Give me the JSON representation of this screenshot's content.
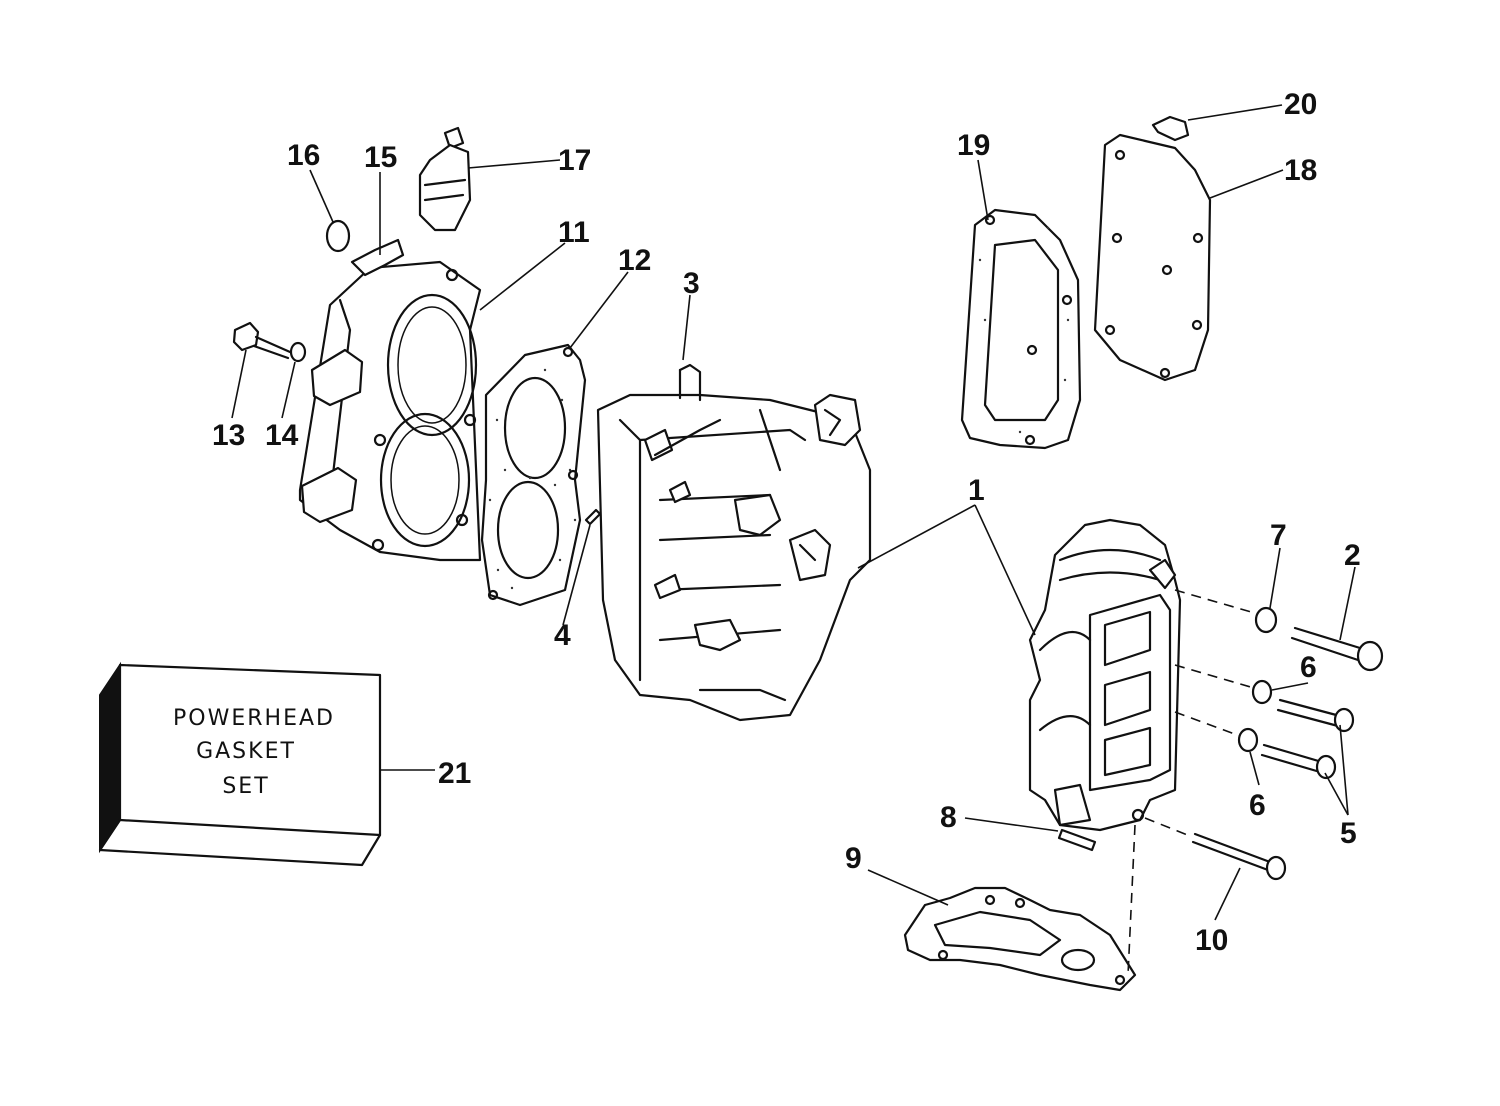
{
  "diagram": {
    "gasket_box_lines": [
      "POWERHEAD",
      "GASKET",
      "SET"
    ],
    "callouts": {
      "c1": "1",
      "c2": "2",
      "c3": "3",
      "c4": "4",
      "c5": "5",
      "c6a": "6",
      "c6b": "6",
      "c7": "7",
      "c8": "8",
      "c9": "9",
      "c10": "10",
      "c11": "11",
      "c12": "12",
      "c13": "13",
      "c14": "14",
      "c15": "15",
      "c16": "16",
      "c17": "17",
      "c18": "18",
      "c19": "19",
      "c20": "20",
      "c21": "21"
    }
  }
}
